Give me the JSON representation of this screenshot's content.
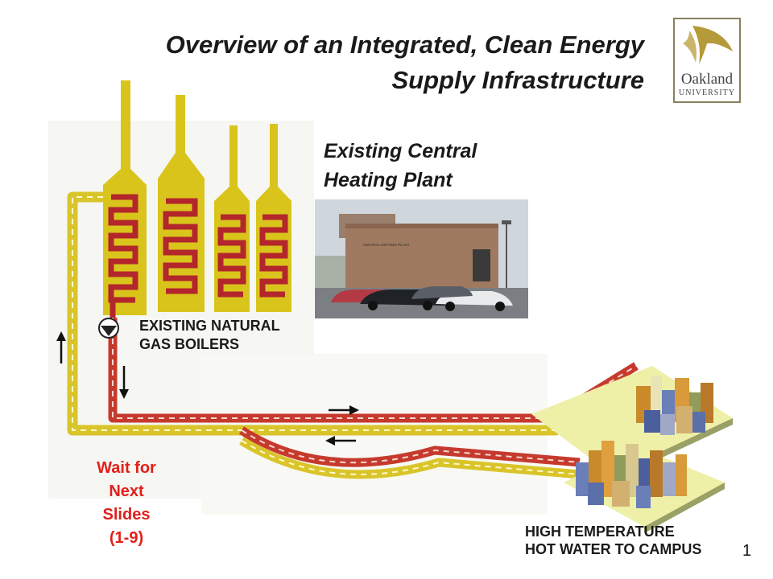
{
  "title": {
    "line1": "Overview of an Integrated, Clean Energy",
    "line2": "Supply Infrastructure"
  },
  "logo": {
    "name": "Oakland",
    "sub": "UNIVERSITY"
  },
  "plant_label": {
    "line1": "Existing Central",
    "line2": "Heating Plant"
  },
  "photo_sign": "CENTRAL HEATING PLANT",
  "boiler_label": {
    "line1": "EXISTING NATURAL",
    "line2": "GAS BOILERS"
  },
  "hot_water_label": {
    "line1": "HIGH TEMPERATURE",
    "line2": "HOT WATER TO CAMPUS"
  },
  "wait_note": {
    "line1": "Wait for",
    "line2": "Next",
    "line3": "Slides",
    "line4": "(1-9)"
  },
  "page_number": "1",
  "colors": {
    "boiler": "#d9c41c",
    "coil": "#b3262b",
    "supply_pipe": "#c63a2e",
    "return_pipe": "#d9c52a",
    "campus_ground": "#eef0a8",
    "wait_text": "#e0201a"
  }
}
